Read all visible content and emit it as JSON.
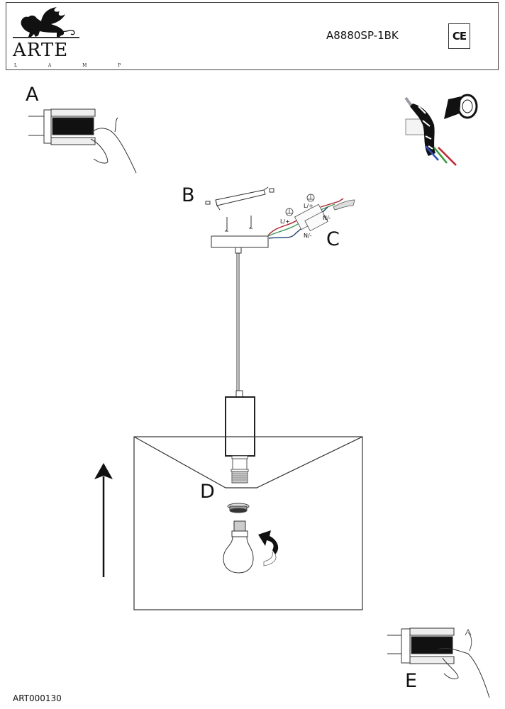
{
  "header": {
    "brand": "ARTE",
    "brand_sub": "L A M P",
    "model": "A8880SP-1BK",
    "certification_mark": "CE"
  },
  "steps": [
    {
      "letter": "A",
      "description": "switch-off-circuit-breaker"
    },
    {
      "letter": "B",
      "description": "mount-bracket-with-screws"
    },
    {
      "letter": "C",
      "description": "connect-wires-terminal-block"
    },
    {
      "letter": "D",
      "description": "install-shade-ring-and-bulb"
    },
    {
      "letter": "E",
      "description": "switch-on-circuit-breaker"
    }
  ],
  "wire_labels": {
    "live_1": "L/+",
    "live_2": "L/+",
    "neutral_1": "N/-",
    "neutral_2": "N/-"
  },
  "wire_colors": {
    "live": "#b3202a",
    "neutral": "#1f3a70",
    "earth": "#3a9a5a",
    "insulation_tape_blue": "#2a4fbf",
    "insulation_tape_green": "#2f9a3a",
    "insulation_tape_red": "#c8202a"
  },
  "footer": {
    "document_code": "ART000130"
  }
}
